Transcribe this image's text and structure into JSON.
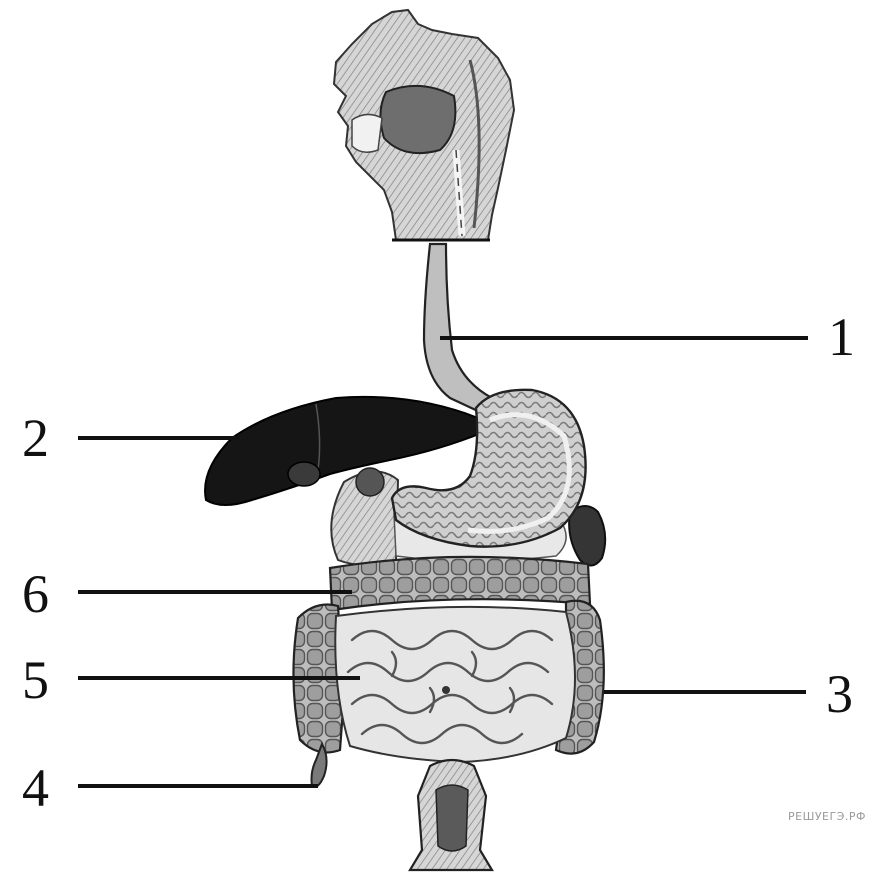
{
  "labels": [
    {
      "id": "1",
      "text": "1"
    },
    {
      "id": "2",
      "text": "2"
    },
    {
      "id": "3",
      "text": "3"
    },
    {
      "id": "4",
      "text": "4"
    },
    {
      "id": "5",
      "text": "5"
    },
    {
      "id": "6",
      "text": "6"
    }
  ],
  "watermark": "РЕШУЕГЭ.РФ"
}
